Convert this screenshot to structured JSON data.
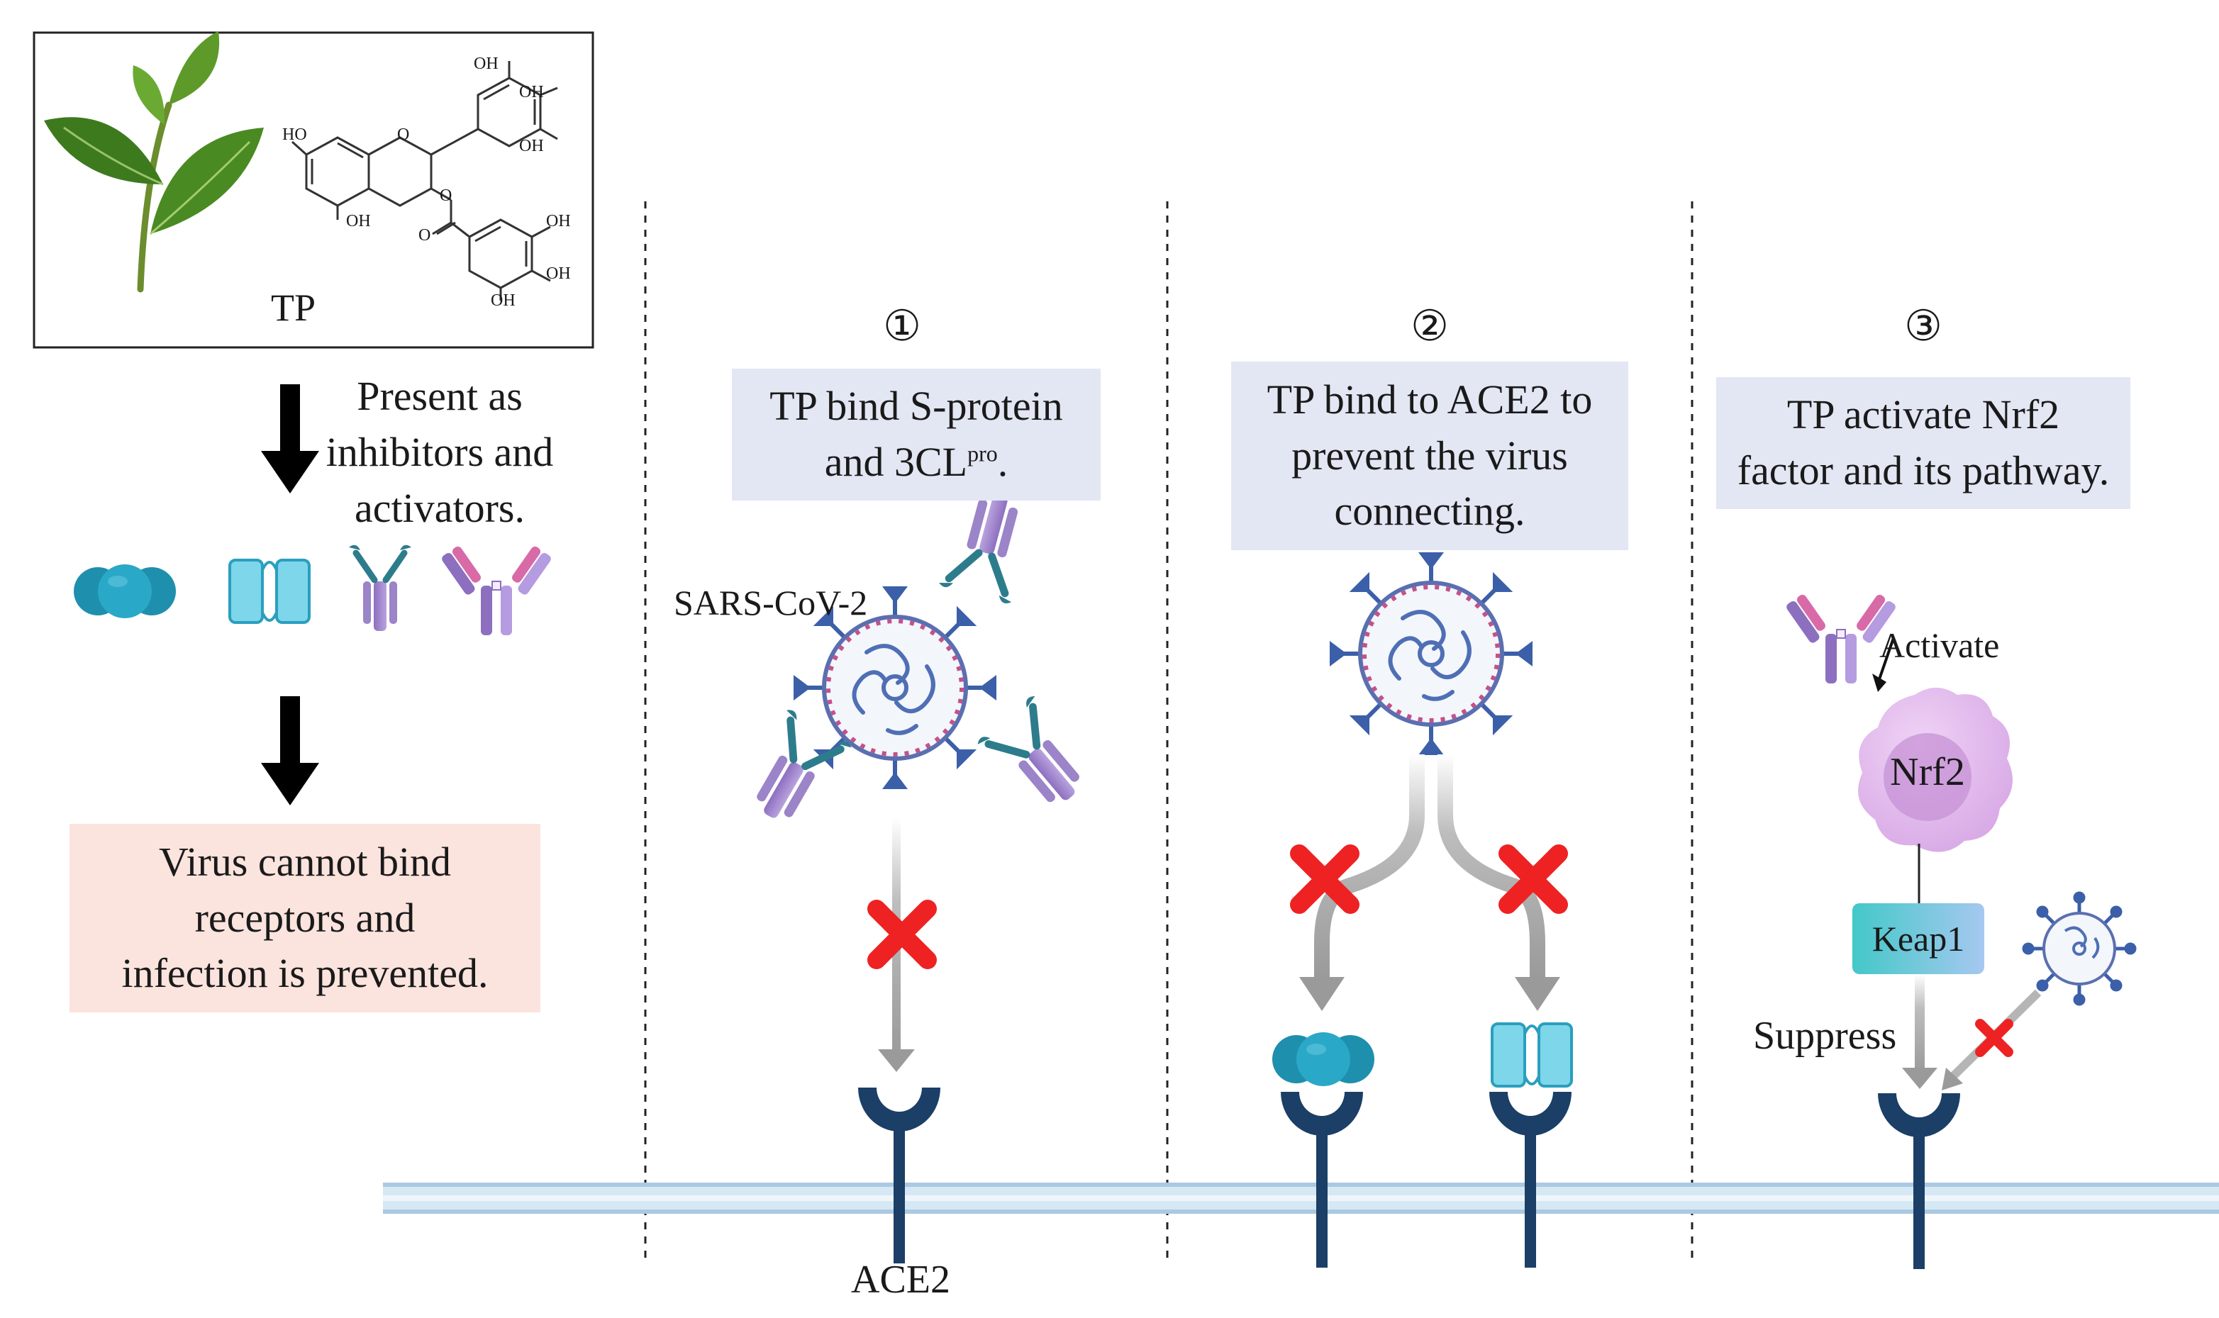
{
  "compound": {
    "label": "TP"
  },
  "chemistry": {
    "oh_labels": [
      "OH",
      "OH",
      "OH",
      "OH",
      "OH",
      "OH",
      "OH"
    ],
    "ho_label": "HO",
    "ring_o": "O",
    "carbonyl_o": "O",
    "ester_o": "O"
  },
  "left_panel": {
    "present_text": "Present as\ninhibitors and\nactivators.",
    "result_text": "Virus cannot bind\nreceptors and\ninfection is prevented."
  },
  "steps": [
    {
      "number": "①",
      "text_main": "TP bind S-protein\nand 3CL",
      "text_sup": "pro",
      "text_end": "."
    },
    {
      "number": "②",
      "text": "TP bind to ACE2 to\nprevent the virus\nconnecting."
    },
    {
      "number": "③",
      "text": "TP activate Nrf2\nfactor and its pathway."
    }
  ],
  "labels": {
    "sars_cov_2": "SARS-CoV-2",
    "ace2": "ACE2",
    "activate": "Activate",
    "nrf2": "Nrf2",
    "keap1": "Keap1",
    "suppress": "Suppress"
  },
  "colors": {
    "receptor": "#1b3f66",
    "inhibitor_teal": "#2a9fbe",
    "inhibitor_light": "#7ed6ea",
    "antibody_purple": "#a58ccf",
    "antibody_pink": "#d96aa8",
    "block_x": "#ee2222",
    "membrane": "#cfe3f1",
    "step_box": "#e3e6f3",
    "result_box": "#fbe3de",
    "nrf2_cell": "#e2b8ec",
    "keap1_gradient": [
      "#43c8c8",
      "#a6c8f0"
    ]
  }
}
